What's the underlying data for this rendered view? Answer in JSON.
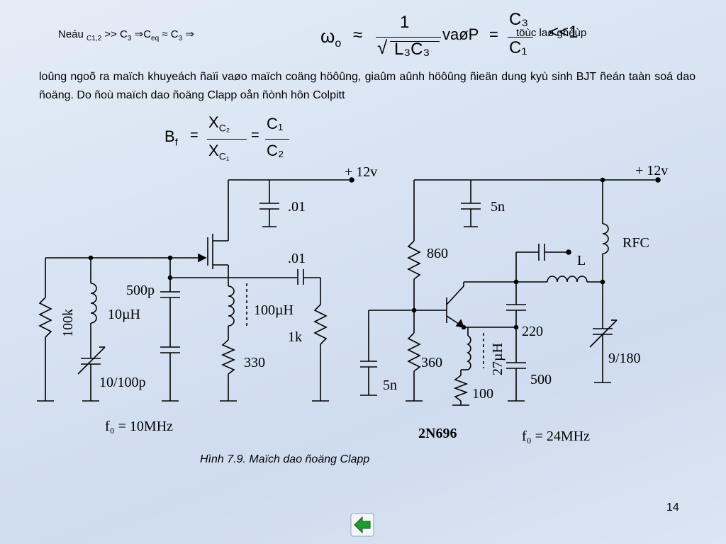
{
  "top_line": {
    "prefix": "Neáu",
    "sub_c12": "C1,2",
    "gg": ">>",
    "c3_a": "C",
    "c3_a_sub": "3",
    "ceq": "C",
    "ceq_sub": "eq",
    "approx": "≈",
    "c3_b": "C",
    "c3_b_sub": "3"
  },
  "formula_omega": {
    "omega": "ω",
    "omega_sub": "o",
    "approx": "≈",
    "numerator": "1",
    "denominator": "L₃C₃",
    "vaP": "vaøP",
    "eq": "=",
    "frac_num": "C₃",
    "frac_den": "C₁",
    "suffix": "töùc laø ghéùp",
    "ll1": "<<1"
  },
  "paragraph": "loûng ngoõ ra maïch khuyeách ñaïi vaøo maïch coäng höôûng, giaûm aûnh höôûng ñieän dung kyù sinh BJT ñeán taàn soá dao ñoäng. Do ñoù maïch dao ñoäng Clapp oån ñònh hôn Colpitt",
  "formula_bf": {
    "B": "B",
    "B_sub": "f",
    "eq1": "=",
    "X_top": "X",
    "X_top_sub": "C₂",
    "X_bot": "X",
    "X_bot_sub": "C₁",
    "eq2": "=",
    "C_top": "C₁",
    "C_bot": "C₂"
  },
  "left_circuit": {
    "supply": "+ 12v",
    "cap_top": ".01",
    "cap_coupling": ".01",
    "cap_500p": "500p",
    "inductor_10uH": "10µH",
    "res_100k": "100k",
    "varcap": "10/100p",
    "inductor_100uH": "100µH",
    "res_1k": "1k",
    "res_330": "330",
    "freq": "f₀ = 10MHz"
  },
  "right_circuit": {
    "supply": "+ 12v",
    "cap_5n_top": "5n",
    "res_860": "860",
    "rfc": "RFC",
    "inductor_L": "L",
    "cap_220": "220",
    "varcap": "9/180",
    "inductor_27uH": "27µH",
    "res_360": "360",
    "cap_5n_bottom": "5n",
    "cap_500": "500",
    "res_100": "100",
    "transistor": "2N696",
    "freq": "f₀ = 24MHz"
  },
  "caption": "Hình 7.9. Maïch dao ñoäng Clapp",
  "page_number": "14",
  "nav": {
    "icon": "back-arrow-icon",
    "color": "#1f9b2e"
  }
}
